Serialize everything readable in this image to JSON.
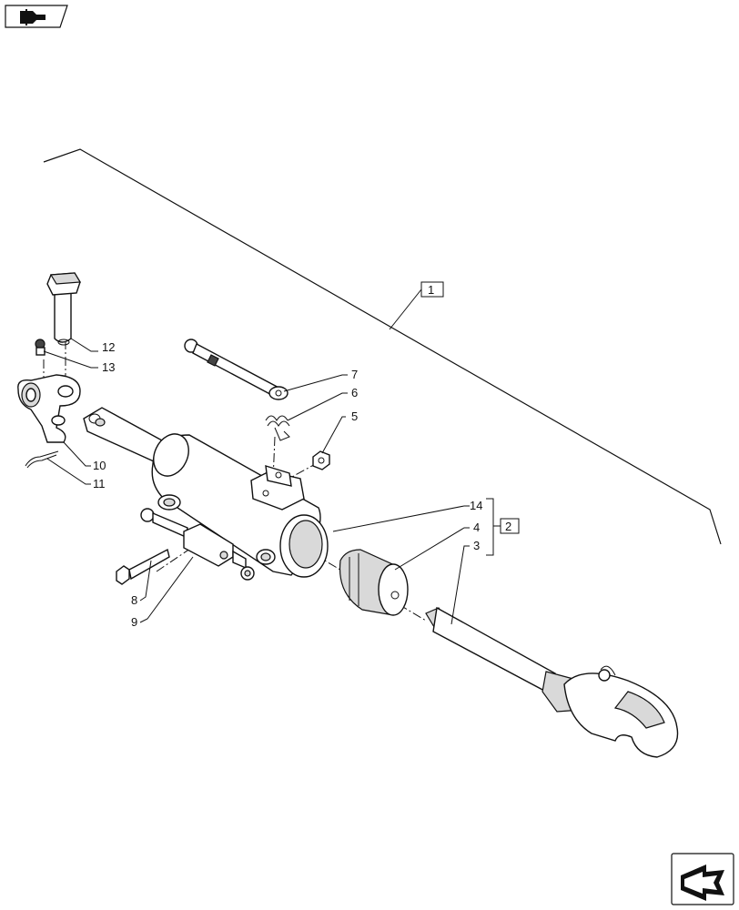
{
  "callouts": {
    "c1": "1",
    "c2": "2",
    "c3": "3",
    "c4": "4",
    "c5": "5",
    "c6": "6",
    "c7": "7",
    "c8": "8",
    "c9": "9",
    "c10": "10",
    "c11": "11",
    "c12": "12",
    "c13": "13",
    "c14": "14"
  },
  "icons": {
    "top_left": "previous-page-icon",
    "bottom_right": "next-page-icon"
  }
}
